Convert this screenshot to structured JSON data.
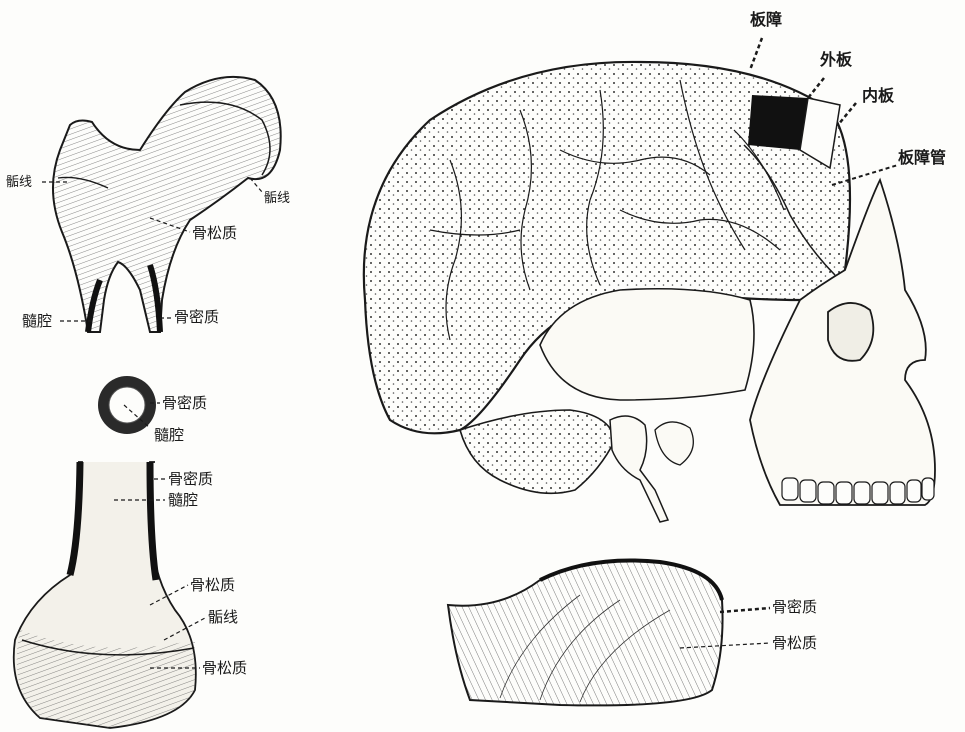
{
  "labels": {
    "femur_epiphyseal_left": "骺线",
    "femur_epiphyseal_right": "骺线",
    "femur_spongy": "骨松质",
    "femur_marrow": "髓腔",
    "femur_compact": "骨密质",
    "ring_compact": "骨密质",
    "ring_marrow": "髓腔",
    "shaft_compact": "骨密质",
    "shaft_marrow": "髓腔",
    "shaft_spongy_upper": "骨松质",
    "shaft_epiphyseal": "骺线",
    "shaft_spongy_lower": "骨松质",
    "skull_diploe": "板障",
    "skull_outer_table": "外板",
    "skull_inner_table": "内板",
    "skull_diploic_canal": "板障管",
    "patella_compact": "骨密质",
    "patella_spongy": "骨松质"
  },
  "colors": {
    "ink": "#1a1a1a",
    "paper": "#fdfdfb",
    "bone": "#f3f1ea"
  }
}
